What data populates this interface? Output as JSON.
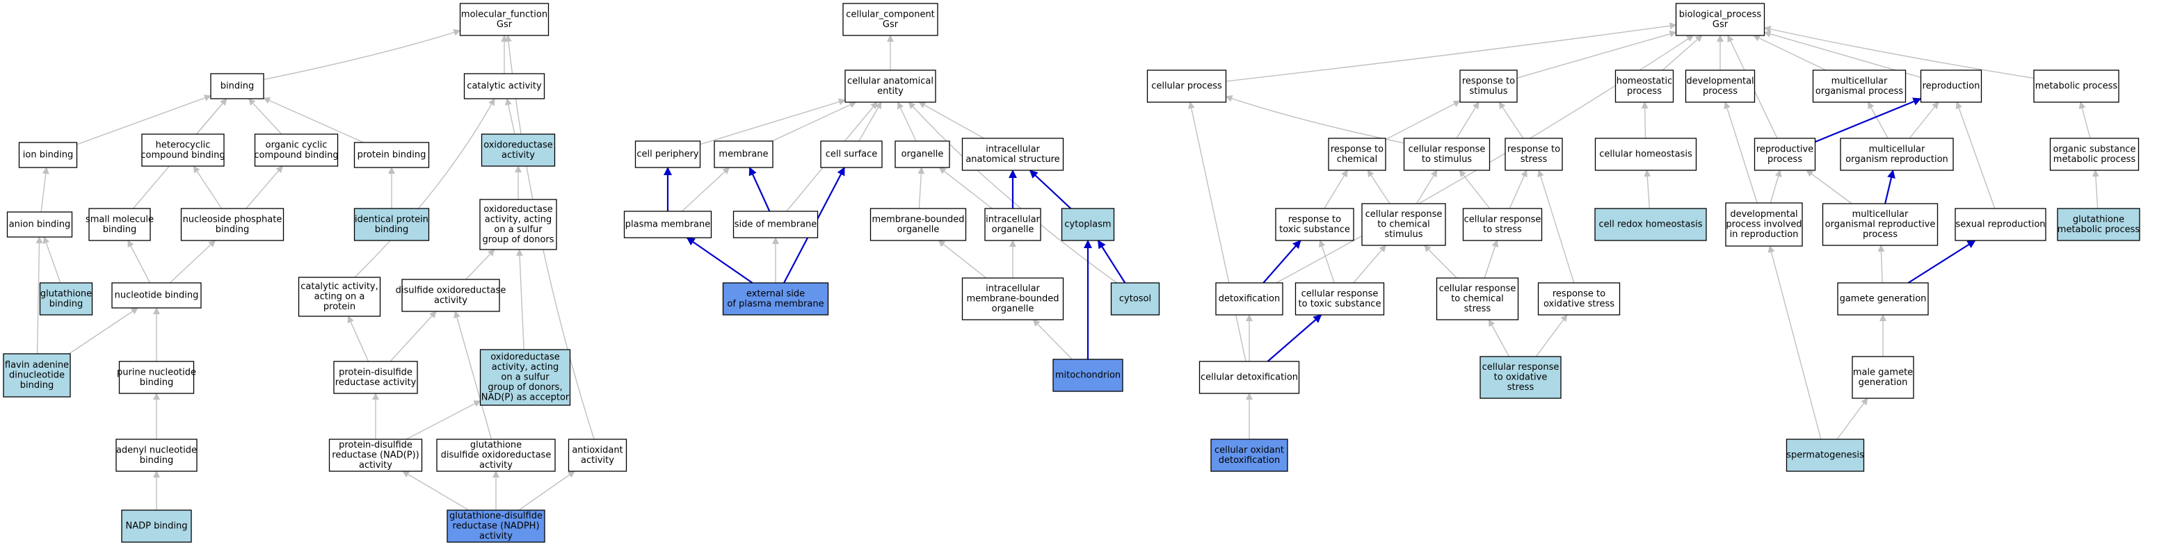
{
  "colors": {
    "plain": "#ffffff",
    "light": "#add8e6",
    "strong": "#6495ed",
    "edge_gray": "#c0c0c0",
    "edge_blue": "#0000cd",
    "stroke": "#000000"
  },
  "nodes": [
    {
      "id": "mf",
      "lines": [
        "molecular_function",
        "Gsr"
      ],
      "tone": "plain"
    },
    {
      "id": "binding",
      "lines": [
        "binding"
      ],
      "tone": "plain"
    },
    {
      "id": "catalytic",
      "lines": [
        "catalytic activity"
      ],
      "tone": "plain"
    },
    {
      "id": "ionbind",
      "lines": [
        "ion binding"
      ],
      "tone": "plain"
    },
    {
      "id": "hetero",
      "lines": [
        "heterocyclic",
        "compound binding"
      ],
      "tone": "plain"
    },
    {
      "id": "orgcyc",
      "lines": [
        "organic cyclic",
        "compound binding"
      ],
      "tone": "plain"
    },
    {
      "id": "protbind",
      "lines": [
        "protein binding"
      ],
      "tone": "plain"
    },
    {
      "id": "oxred",
      "lines": [
        "oxidoreductase",
        "activity"
      ],
      "tone": "light"
    },
    {
      "id": "anion",
      "lines": [
        "anion binding"
      ],
      "tone": "plain"
    },
    {
      "id": "smallmol",
      "lines": [
        "small molecule",
        "binding"
      ],
      "tone": "plain"
    },
    {
      "id": "nucphos",
      "lines": [
        "nucleoside phosphate",
        "binding"
      ],
      "tone": "plain"
    },
    {
      "id": "identprot",
      "lines": [
        "identical protein",
        "binding"
      ],
      "tone": "light"
    },
    {
      "id": "oxsulfur",
      "lines": [
        "oxidoreductase",
        "activity, acting",
        "on a sulfur",
        "group of donors"
      ],
      "tone": "plain"
    },
    {
      "id": "glubind",
      "lines": [
        "glutathione",
        "binding"
      ],
      "tone": "light"
    },
    {
      "id": "nucbind",
      "lines": [
        "nucleotide binding"
      ],
      "tone": "plain"
    },
    {
      "id": "catprot",
      "lines": [
        "catalytic activity,",
        "acting on a",
        "protein"
      ],
      "tone": "plain"
    },
    {
      "id": "disulfox",
      "lines": [
        "disulfide oxidoreductase",
        "activity"
      ],
      "tone": "plain"
    },
    {
      "id": "fad",
      "lines": [
        "flavin adenine",
        "dinucleotide",
        "binding"
      ],
      "tone": "light"
    },
    {
      "id": "purine",
      "lines": [
        "purine nucleotide",
        "binding"
      ],
      "tone": "plain"
    },
    {
      "id": "protdisred",
      "lines": [
        "protein-disulfide",
        "reductase activity"
      ],
      "tone": "plain"
    },
    {
      "id": "oxnadp",
      "lines": [
        "oxidoreductase",
        "activity, acting",
        "on a sulfur",
        "group of donors,",
        "NAD(P) as acceptor"
      ],
      "tone": "light"
    },
    {
      "id": "adenyl",
      "lines": [
        "adenyl nucleotide",
        "binding"
      ],
      "tone": "plain"
    },
    {
      "id": "protdisnadp",
      "lines": [
        "protein-disulfide",
        "reductase (NAD(P))",
        "activity"
      ],
      "tone": "plain"
    },
    {
      "id": "gludisox",
      "lines": [
        "glutathione",
        "disulfide oxidoreductase",
        "activity"
      ],
      "tone": "plain"
    },
    {
      "id": "antiox",
      "lines": [
        "antioxidant",
        "activity"
      ],
      "tone": "plain"
    },
    {
      "id": "nadp",
      "lines": [
        "NADP binding"
      ],
      "tone": "light"
    },
    {
      "id": "gludisred",
      "lines": [
        "glutathione-disulfide",
        "reductase (NADPH)",
        "activity"
      ],
      "tone": "strong"
    },
    {
      "id": "cc",
      "lines": [
        "cellular_component",
        "Gsr"
      ],
      "tone": "plain"
    },
    {
      "id": "cae",
      "lines": [
        "cellular anatomical",
        "entity"
      ],
      "tone": "plain"
    },
    {
      "id": "cellper",
      "lines": [
        "cell periphery"
      ],
      "tone": "plain"
    },
    {
      "id": "membrane",
      "lines": [
        "membrane"
      ],
      "tone": "plain"
    },
    {
      "id": "cellsurf",
      "lines": [
        "cell surface"
      ],
      "tone": "plain"
    },
    {
      "id": "organelle",
      "lines": [
        "organelle"
      ],
      "tone": "plain"
    },
    {
      "id": "ias",
      "lines": [
        "intracellular",
        "anatomical structure"
      ],
      "tone": "plain"
    },
    {
      "id": "plasma",
      "lines": [
        "plasma membrane"
      ],
      "tone": "plain"
    },
    {
      "id": "sidemem",
      "lines": [
        "side of membrane"
      ],
      "tone": "plain"
    },
    {
      "id": "membbound",
      "lines": [
        "membrane-bounded",
        "organelle"
      ],
      "tone": "plain"
    },
    {
      "id": "intraorg",
      "lines": [
        "intracellular",
        "organelle"
      ],
      "tone": "plain"
    },
    {
      "id": "cytoplasm",
      "lines": [
        "cytoplasm"
      ],
      "tone": "light"
    },
    {
      "id": "extside",
      "lines": [
        "external side",
        "of plasma membrane"
      ],
      "tone": "strong"
    },
    {
      "id": "intrambo",
      "lines": [
        "intracellular",
        "membrane-bounded",
        "organelle"
      ],
      "tone": "plain"
    },
    {
      "id": "cytosol",
      "lines": [
        "cytosol"
      ],
      "tone": "light"
    },
    {
      "id": "mito",
      "lines": [
        "mitochondrion"
      ],
      "tone": "strong"
    },
    {
      "id": "bp",
      "lines": [
        "biological_process",
        "Gsr"
      ],
      "tone": "plain"
    },
    {
      "id": "cellproc",
      "lines": [
        "cellular process"
      ],
      "tone": "plain"
    },
    {
      "id": "respstim",
      "lines": [
        "response to",
        "stimulus"
      ],
      "tone": "plain"
    },
    {
      "id": "homeoproc",
      "lines": [
        "homeostatic",
        "process"
      ],
      "tone": "plain"
    },
    {
      "id": "devproc",
      "lines": [
        "developmental",
        "process"
      ],
      "tone": "plain"
    },
    {
      "id": "multiorg",
      "lines": [
        "multicellular",
        "organismal process"
      ],
      "tone": "plain"
    },
    {
      "id": "repro",
      "lines": [
        "reproduction"
      ],
      "tone": "plain"
    },
    {
      "id": "metab",
      "lines": [
        "metabolic process"
      ],
      "tone": "plain"
    },
    {
      "id": "respchem",
      "lines": [
        "response to",
        "chemical"
      ],
      "tone": "plain"
    },
    {
      "id": "cellrespstim",
      "lines": [
        "cellular response",
        "to stimulus"
      ],
      "tone": "plain"
    },
    {
      "id": "respstress",
      "lines": [
        "response to",
        "stress"
      ],
      "tone": "plain"
    },
    {
      "id": "cellhomeo",
      "lines": [
        "cellular homeostasis"
      ],
      "tone": "plain"
    },
    {
      "id": "reproproc",
      "lines": [
        "reproductive",
        "process"
      ],
      "tone": "plain"
    },
    {
      "id": "multirepro",
      "lines": [
        "multicellular",
        "organism reproduction"
      ],
      "tone": "plain"
    },
    {
      "id": "orgsubmet",
      "lines": [
        "organic substance",
        "metabolic process"
      ],
      "tone": "plain"
    },
    {
      "id": "resptox",
      "lines": [
        "response to",
        "toxic substance"
      ],
      "tone": "plain"
    },
    {
      "id": "cellrespchemstim",
      "lines": [
        "cellular response",
        "to chemical",
        "stimulus"
      ],
      "tone": "plain"
    },
    {
      "id": "cellrespstress",
      "lines": [
        "cellular response",
        "to stress"
      ],
      "tone": "plain"
    },
    {
      "id": "redoxhomeo",
      "lines": [
        "cell redox homeostasis"
      ],
      "tone": "light"
    },
    {
      "id": "devinrepro",
      "lines": [
        "developmental",
        "process involved",
        "in reproduction"
      ],
      "tone": "plain"
    },
    {
      "id": "multireproproc",
      "lines": [
        "multicellular",
        "organismal reproductive",
        "process"
      ],
      "tone": "plain"
    },
    {
      "id": "sexrepro",
      "lines": [
        "sexual reproduction"
      ],
      "tone": "plain"
    },
    {
      "id": "glumet",
      "lines": [
        "glutathione",
        "metabolic process"
      ],
      "tone": "light"
    },
    {
      "id": "detox",
      "lines": [
        "detoxification"
      ],
      "tone": "plain"
    },
    {
      "id": "cellresptox",
      "lines": [
        "cellular response",
        "to toxic substance"
      ],
      "tone": "plain"
    },
    {
      "id": "cellrespchemstress",
      "lines": [
        "cellular response",
        "to chemical",
        "stress"
      ],
      "tone": "plain"
    },
    {
      "id": "respoxstress",
      "lines": [
        "response to",
        "oxidative stress"
      ],
      "tone": "plain"
    },
    {
      "id": "gamete",
      "lines": [
        "gamete generation"
      ],
      "tone": "plain"
    },
    {
      "id": "celldetox",
      "lines": [
        "cellular detoxification"
      ],
      "tone": "plain"
    },
    {
      "id": "cellrespox",
      "lines": [
        "cellular response",
        "to oxidative",
        "stress"
      ],
      "tone": "light"
    },
    {
      "id": "malegamete",
      "lines": [
        "male gamete",
        "generation"
      ],
      "tone": "plain"
    },
    {
      "id": "celloxdetox",
      "lines": [
        "cellular oxidant",
        "detoxification"
      ],
      "tone": "strong"
    },
    {
      "id": "spermato",
      "lines": [
        "spermatogenesis"
      ],
      "tone": "light"
    }
  ],
  "edges": [
    {
      "from": "binding",
      "to": "mf",
      "blue": false
    },
    {
      "from": "catalytic",
      "to": "mf",
      "blue": false
    },
    {
      "from": "antiox",
      "to": "mf",
      "blue": false
    },
    {
      "from": "ionbind",
      "to": "binding",
      "blue": false
    },
    {
      "from": "hetero",
      "to": "binding",
      "blue": false
    },
    {
      "from": "orgcyc",
      "to": "binding",
      "blue": false
    },
    {
      "from": "protbind",
      "to": "binding",
      "blue": false
    },
    {
      "from": "smallmol",
      "to": "binding",
      "blue": false
    },
    {
      "from": "oxred",
      "to": "catalytic",
      "blue": false
    },
    {
      "from": "catprot",
      "to": "catalytic",
      "blue": false
    },
    {
      "from": "anion",
      "to": "ionbind",
      "blue": false
    },
    {
      "from": "nucphos",
      "to": "hetero",
      "blue": false
    },
    {
      "from": "nucphos",
      "to": "orgcyc",
      "blue": false
    },
    {
      "from": "identprot",
      "to": "protbind",
      "blue": false
    },
    {
      "from": "oxsulfur",
      "to": "oxred",
      "blue": false
    },
    {
      "from": "glubind",
      "to": "anion",
      "blue": false
    },
    {
      "from": "fad",
      "to": "anion",
      "blue": false
    },
    {
      "from": "nucbind",
      "to": "smallmol",
      "blue": false
    },
    {
      "from": "nucbind",
      "to": "nucphos",
      "blue": false
    },
    {
      "from": "disulfox",
      "to": "oxsulfur",
      "blue": false
    },
    {
      "from": "oxnadp",
      "to": "oxsulfur",
      "blue": false
    },
    {
      "from": "fad",
      "to": "nucbind",
      "blue": false
    },
    {
      "from": "purine",
      "to": "nucbind",
      "blue": false
    },
    {
      "from": "protdisred",
      "to": "catprot",
      "blue": false
    },
    {
      "from": "protdisred",
      "to": "disulfox",
      "blue": false
    },
    {
      "from": "gludisox",
      "to": "disulfox",
      "blue": false
    },
    {
      "from": "adenyl",
      "to": "purine",
      "blue": false
    },
    {
      "from": "protdisnadp",
      "to": "protdisred",
      "blue": false
    },
    {
      "from": "protdisnadp",
      "to": "oxnadp",
      "blue": false
    },
    {
      "from": "nadp",
      "to": "adenyl",
      "blue": false
    },
    {
      "from": "gludisred",
      "to": "protdisnadp",
      "blue": false
    },
    {
      "from": "gludisred",
      "to": "gludisox",
      "blue": false
    },
    {
      "from": "gludisred",
      "to": "antiox",
      "blue": false
    },
    {
      "from": "cae",
      "to": "cc",
      "blue": false
    },
    {
      "from": "cellper",
      "to": "cae",
      "blue": false
    },
    {
      "from": "membrane",
      "to": "cae",
      "blue": false
    },
    {
      "from": "cellsurf",
      "to": "cae",
      "blue": false
    },
    {
      "from": "organelle",
      "to": "cae",
      "blue": false
    },
    {
      "from": "ias",
      "to": "cae",
      "blue": false
    },
    {
      "from": "sidemem",
      "to": "cae",
      "blue": false
    },
    {
      "from": "cytosol",
      "to": "cae",
      "blue": false
    },
    {
      "from": "plasma",
      "to": "cellper",
      "blue": true
    },
    {
      "from": "plasma",
      "to": "membrane",
      "blue": false
    },
    {
      "from": "sidemem",
      "to": "membrane",
      "blue": true
    },
    {
      "from": "membbound",
      "to": "organelle",
      "blue": false
    },
    {
      "from": "intraorg",
      "to": "organelle",
      "blue": false
    },
    {
      "from": "intraorg",
      "to": "ias",
      "blue": true
    },
    {
      "from": "cytoplasm",
      "to": "ias",
      "blue": true
    },
    {
      "from": "extside",
      "to": "plasma",
      "blue": true
    },
    {
      "from": "extside",
      "to": "sidemem",
      "blue": false
    },
    {
      "from": "extside",
      "to": "cellsurf",
      "blue": true
    },
    {
      "from": "intrambo",
      "to": "membbound",
      "blue": false
    },
    {
      "from": "intrambo",
      "to": "intraorg",
      "blue": false
    },
    {
      "from": "cytosol",
      "to": "cytoplasm",
      "blue": true
    },
    {
      "from": "mito",
      "to": "intrambo",
      "blue": false
    },
    {
      "from": "mito",
      "to": "cytoplasm",
      "blue": true
    },
    {
      "from": "cellproc",
      "to": "bp",
      "blue": false
    },
    {
      "from": "respstim",
      "to": "bp",
      "blue": false
    },
    {
      "from": "homeoproc",
      "to": "bp",
      "blue": false
    },
    {
      "from": "devproc",
      "to": "bp",
      "blue": false
    },
    {
      "from": "multiorg",
      "to": "bp",
      "blue": false
    },
    {
      "from": "repro",
      "to": "bp",
      "blue": false
    },
    {
      "from": "metab",
      "to": "bp",
      "blue": false
    },
    {
      "from": "reproproc",
      "to": "bp",
      "blue": false
    },
    {
      "from": "detox",
      "to": "bp",
      "blue": false
    },
    {
      "from": "cellrespstim",
      "to": "cellproc",
      "blue": false
    },
    {
      "from": "celldetox",
      "to": "cellproc",
      "blue": false
    },
    {
      "from": "respchem",
      "to": "respstim",
      "blue": false
    },
    {
      "from": "cellrespstim",
      "to": "respstim",
      "blue": false
    },
    {
      "from": "respstress",
      "to": "respstim",
      "blue": false
    },
    {
      "from": "cellhomeo",
      "to": "homeoproc",
      "blue": false
    },
    {
      "from": "devinrepro",
      "to": "devproc",
      "blue": false
    },
    {
      "from": "multirepro",
      "to": "multiorg",
      "blue": false
    },
    {
      "from": "reproproc",
      "to": "repro",
      "blue": true
    },
    {
      "from": "multirepro",
      "to": "repro",
      "blue": false
    },
    {
      "from": "sexrepro",
      "to": "repro",
      "blue": false
    },
    {
      "from": "orgsubmet",
      "to": "metab",
      "blue": false
    },
    {
      "from": "resptox",
      "to": "respchem",
      "blue": false
    },
    {
      "from": "cellrespchemstim",
      "to": "respchem",
      "blue": false
    },
    {
      "from": "cellrespchemstim",
      "to": "cellrespstim",
      "blue": false
    },
    {
      "from": "cellrespstress",
      "to": "cellrespstim",
      "blue": false
    },
    {
      "from": "cellrespstress",
      "to": "respstress",
      "blue": false
    },
    {
      "from": "respoxstress",
      "to": "respstress",
      "blue": false
    },
    {
      "from": "redoxhomeo",
      "to": "cellhomeo",
      "blue": false
    },
    {
      "from": "devinrepro",
      "to": "reproproc",
      "blue": false
    },
    {
      "from": "multireproproc",
      "to": "reproproc",
      "blue": false
    },
    {
      "from": "multireproproc",
      "to": "multirepro",
      "blue": true
    },
    {
      "from": "glumet",
      "to": "orgsubmet",
      "blue": false
    },
    {
      "from": "detox",
      "to": "resptox",
      "blue": true
    },
    {
      "from": "cellresptox",
      "to": "resptox",
      "blue": false
    },
    {
      "from": "cellresptox",
      "to": "cellrespchemstim",
      "blue": false
    },
    {
      "from": "cellrespchemstress",
      "to": "cellrespchemstim",
      "blue": false
    },
    {
      "from": "cellrespchemstress",
      "to": "cellrespstress",
      "blue": false
    },
    {
      "from": "gamete",
      "to": "multireproproc",
      "blue": false
    },
    {
      "from": "gamete",
      "to": "sexrepro",
      "blue": true
    },
    {
      "from": "celldetox",
      "to": "detox",
      "blue": false
    },
    {
      "from": "celldetox",
      "to": "cellresptox",
      "blue": true
    },
    {
      "from": "cellrespox",
      "to": "cellrespchemstress",
      "blue": false
    },
    {
      "from": "cellrespox",
      "to": "respoxstress",
      "blue": false
    },
    {
      "from": "malegamete",
      "to": "gamete",
      "blue": false
    },
    {
      "from": "celloxdetox",
      "to": "celldetox",
      "blue": false
    },
    {
      "from": "spermato",
      "to": "devinrepro",
      "blue": false
    },
    {
      "from": "spermato",
      "to": "malegamete",
      "blue": false
    }
  ]
}
